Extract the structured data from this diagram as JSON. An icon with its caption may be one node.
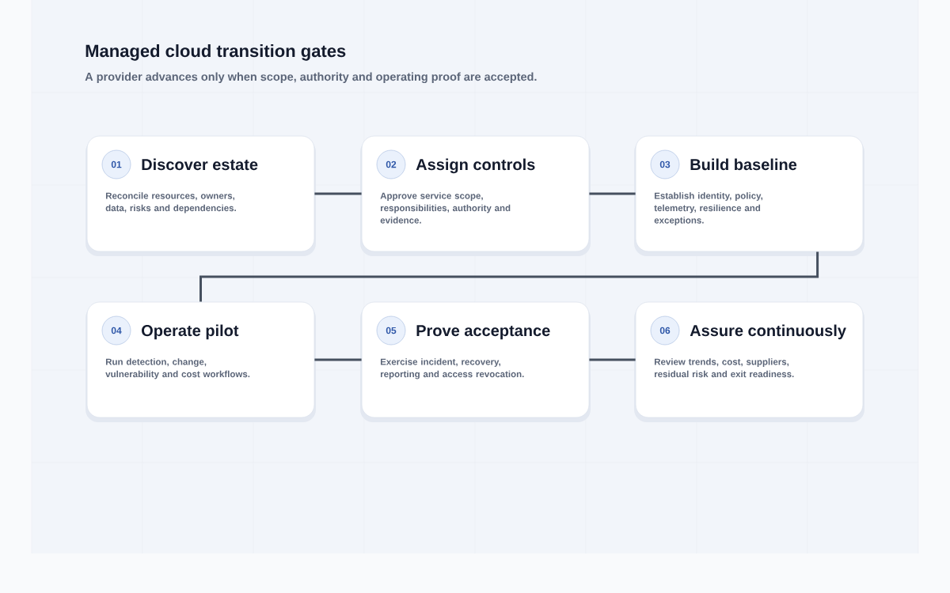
{
  "diagram": {
    "title": "Managed cloud transition gates",
    "caption": "A provider advances only when scope, authority and operating proof are accepted.",
    "nodes": [
      {
        "text": [
          "Discover estate",
          "Reconcile resources, owners, data, risks and dependencies."
        ]
      },
      {
        "text": [
          "01"
        ],
        "in": 0
      },
      {
        "text": [
          "Assign controls",
          "Approve service scope, responsibilities, authority and evidence."
        ]
      },
      {
        "text": [
          "02"
        ],
        "in": 2
      },
      {
        "text": [
          "Build baseline",
          "Establish identity, policy, telemetry, resilience and exceptions."
        ]
      },
      {
        "text": [
          "03"
        ],
        "in": 4
      },
      {
        "text": [
          "Operate pilot",
          "Run detection, change, vulnerability and cost workflows."
        ]
      },
      {
        "text": [
          "04"
        ],
        "in": 6
      },
      {
        "text": [
          "Prove acceptance",
          "Exercise incident, recovery, reporting and access revocation."
        ]
      },
      {
        "text": [
          "05"
        ],
        "in": 8
      },
      {
        "text": [
          "Assure continuously",
          "Review trends, cost, suppliers, residual risk and exit readiness."
        ]
      },
      {
        "text": [
          "06"
        ],
        "in": 10
      }
    ],
    "edges": [
      {
        "from": 0,
        "to": 2,
        "arrow": "none"
      },
      {
        "from": 2,
        "to": 4,
        "arrow": "none"
      },
      {
        "from": 4,
        "to": 6,
        "arrow": "none"
      },
      {
        "from": 6,
        "to": 8,
        "arrow": "none"
      },
      {
        "from": 8,
        "to": 10,
        "arrow": "none"
      }
    ]
  }
}
